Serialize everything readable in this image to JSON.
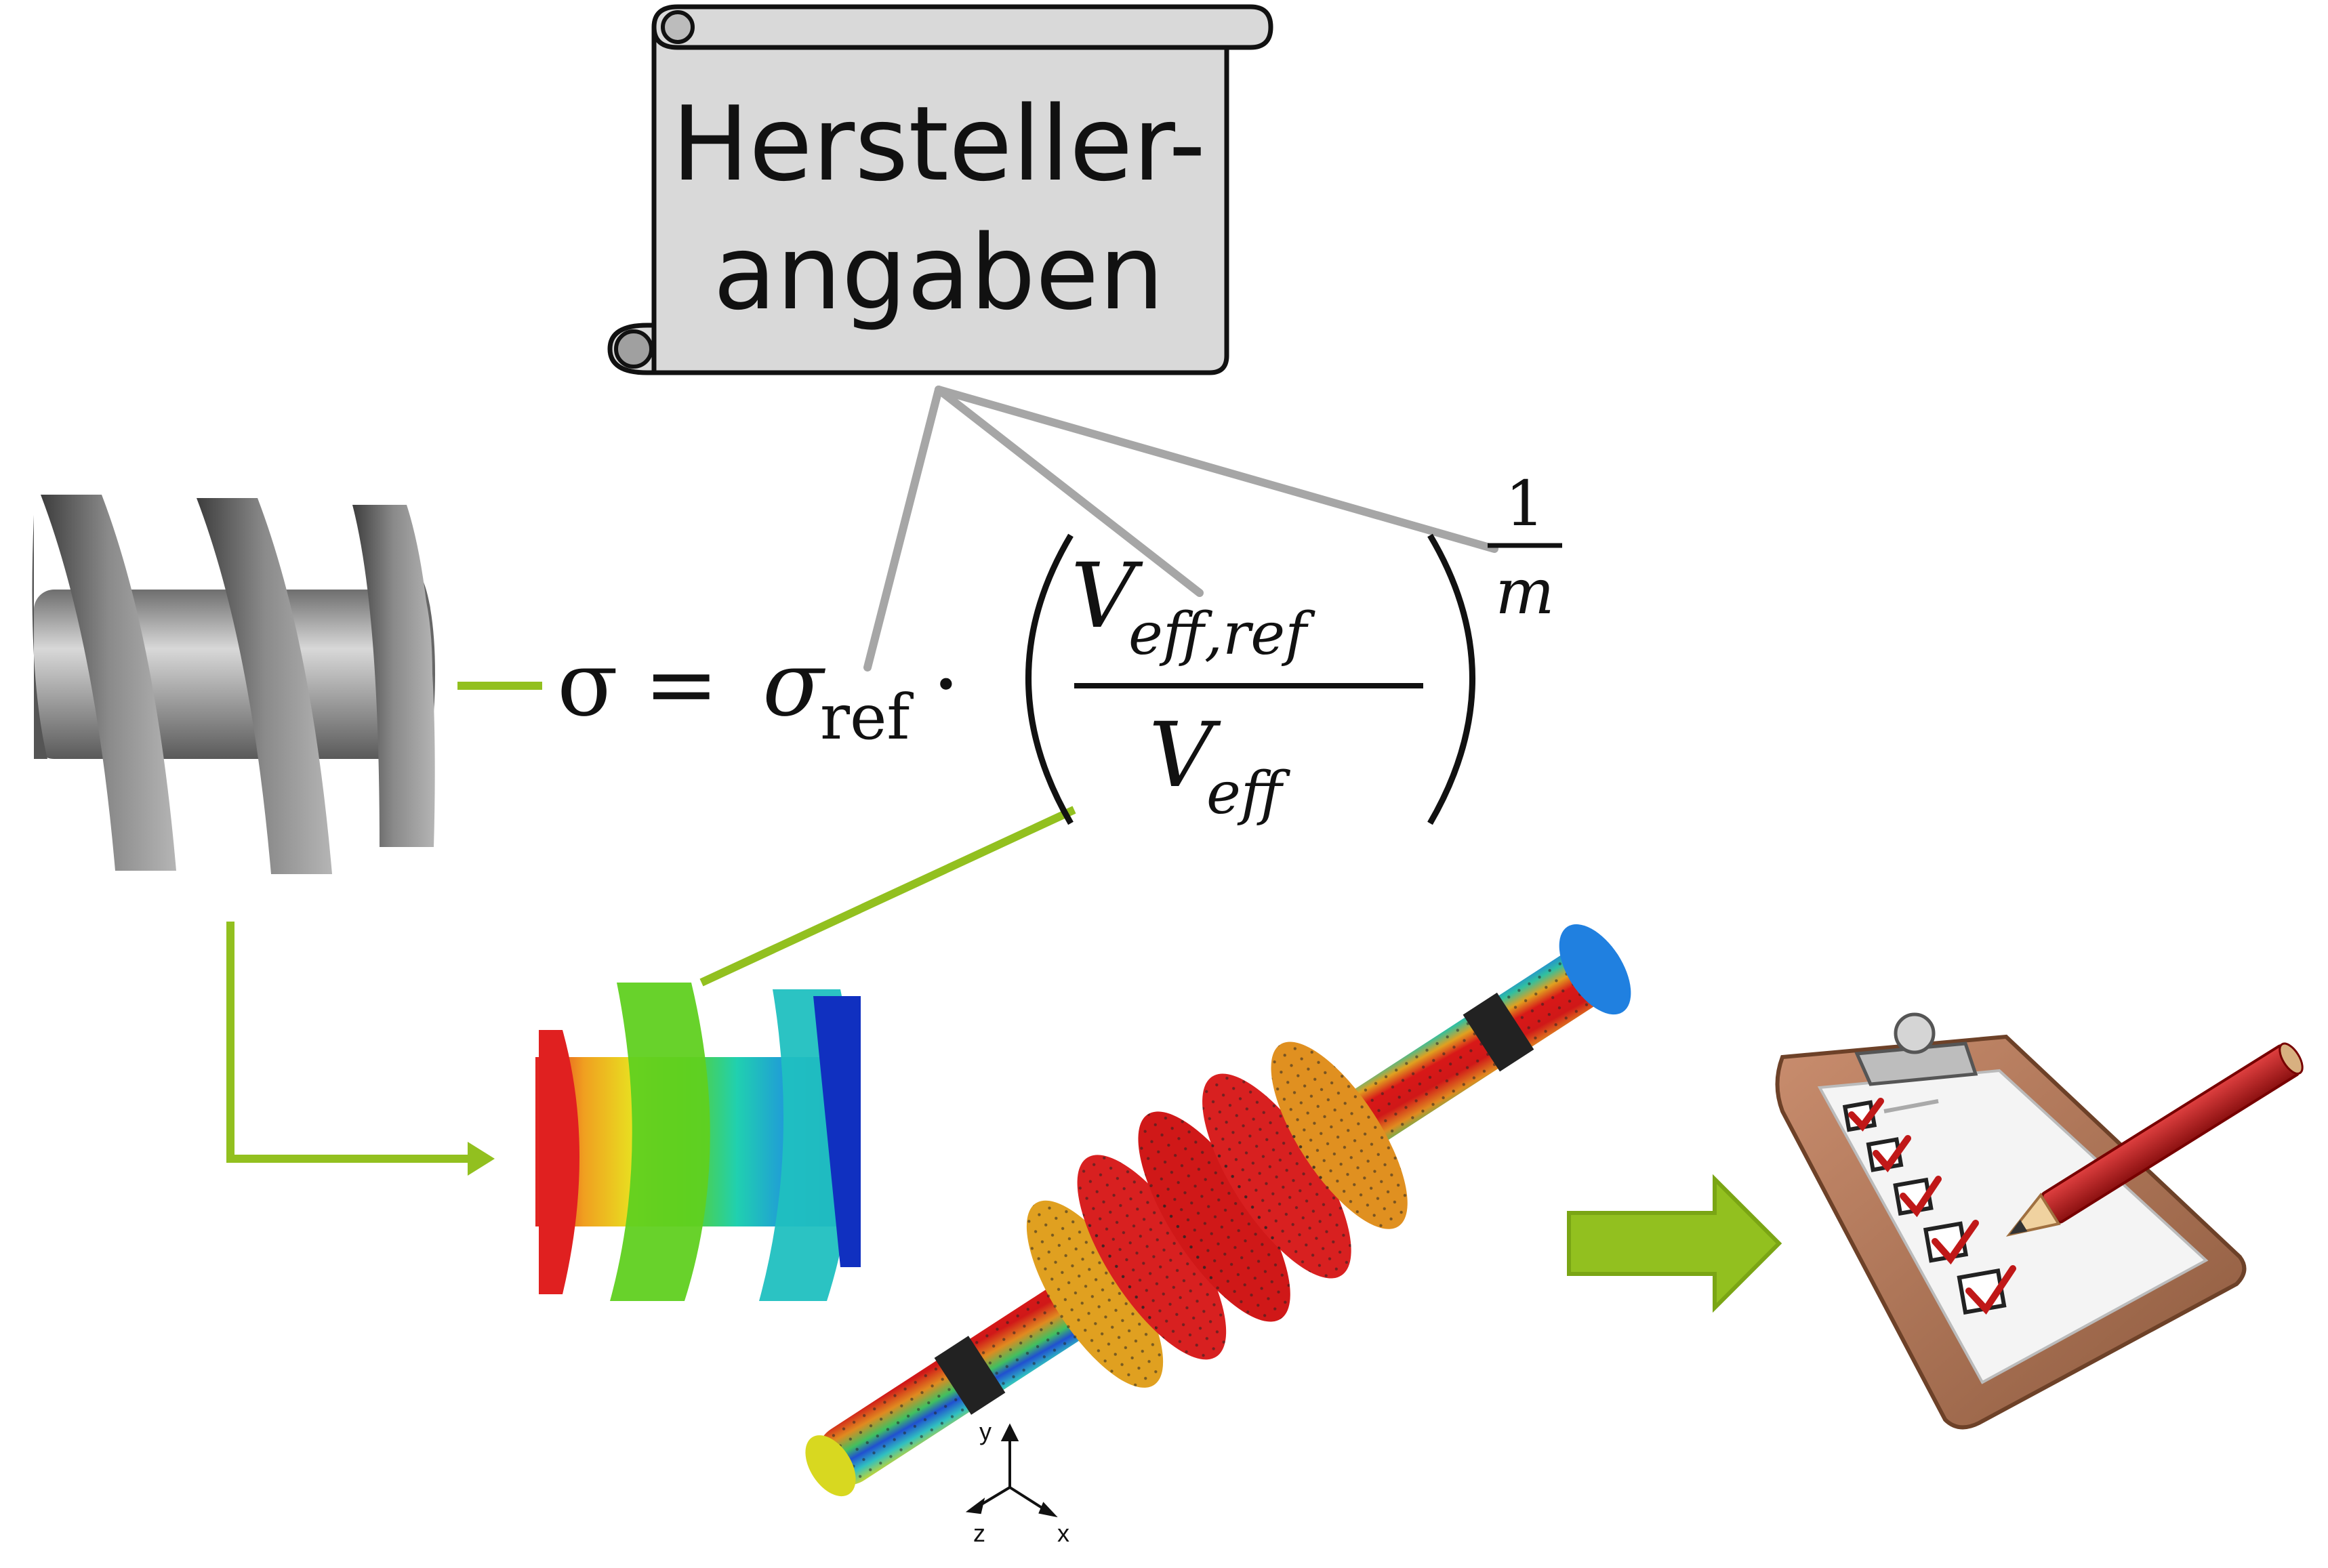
{
  "scroll": {
    "line1": "Hersteller-",
    "line2": "angaben"
  },
  "formula": {
    "sigma": "σ",
    "equals": "=",
    "sigma_ref_symbol": "σ",
    "sigma_ref_sub": "ref",
    "dot": "·",
    "num_symbol": "V",
    "num_sub": "eff,ref",
    "den_symbol": "V",
    "den_sub": "eff",
    "exp_num": "1",
    "exp_den": "m"
  },
  "axes": {
    "y": "y",
    "z": "z",
    "x": "x"
  },
  "colors": {
    "connector_gray": "#a6a6a6",
    "connector_green": "#92c01f",
    "arrow_green": "#92c01f",
    "scroll_fill": "#d9d9d9"
  },
  "icons": [
    "scroll-icon",
    "screw-rotor-icon",
    "fem-rotor-icon",
    "fem-shaft-icon",
    "arrow-right-icon",
    "clipboard-checklist-icon",
    "pencil-icon"
  ]
}
